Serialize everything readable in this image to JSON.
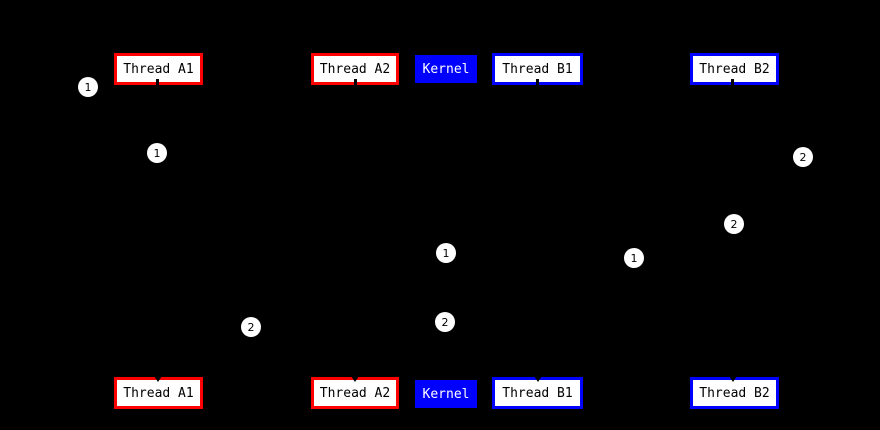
{
  "diagram": {
    "description": "Thread switching diagram: user threads (A1, A2 red; B1, B2 blue) at two points in time with the Kernel, numbered step markers 1 and 2",
    "top_row": [
      {
        "id": "thread-a1",
        "label": "Thread A1",
        "type": "thread-a"
      },
      {
        "id": "thread-a2",
        "label": "Thread A2",
        "type": "thread-a"
      },
      {
        "id": "kernel",
        "label": "Kernel",
        "type": "kernel"
      },
      {
        "id": "thread-b1",
        "label": "Thread B1",
        "type": "thread-b"
      },
      {
        "id": "thread-b2",
        "label": "Thread B2",
        "type": "thread-b"
      }
    ],
    "bottom_row": [
      {
        "id": "thread-a1",
        "label": "Thread A1",
        "type": "thread-a"
      },
      {
        "id": "thread-a2",
        "label": "Thread A2",
        "type": "thread-a"
      },
      {
        "id": "kernel",
        "label": "Kernel",
        "type": "kernel"
      },
      {
        "id": "thread-b1",
        "label": "Thread B1",
        "type": "thread-b"
      },
      {
        "id": "thread-b2",
        "label": "Thread B2",
        "type": "thread-b"
      }
    ],
    "markers": [
      {
        "label": "1"
      },
      {
        "label": "1"
      },
      {
        "label": "2"
      },
      {
        "label": "2"
      },
      {
        "label": "1"
      },
      {
        "label": "1"
      },
      {
        "label": "2"
      },
      {
        "label": "2"
      }
    ],
    "colors": {
      "background": "#000000",
      "thread_a_border": "#ff0000",
      "thread_b_border": "#0000ff",
      "kernel_bg": "#0000ff",
      "box_bg": "#ffffff",
      "box_text": "#000000",
      "kernel_text": "#ffffff",
      "marker_bg": "#ffffff",
      "marker_text": "#000000"
    }
  }
}
